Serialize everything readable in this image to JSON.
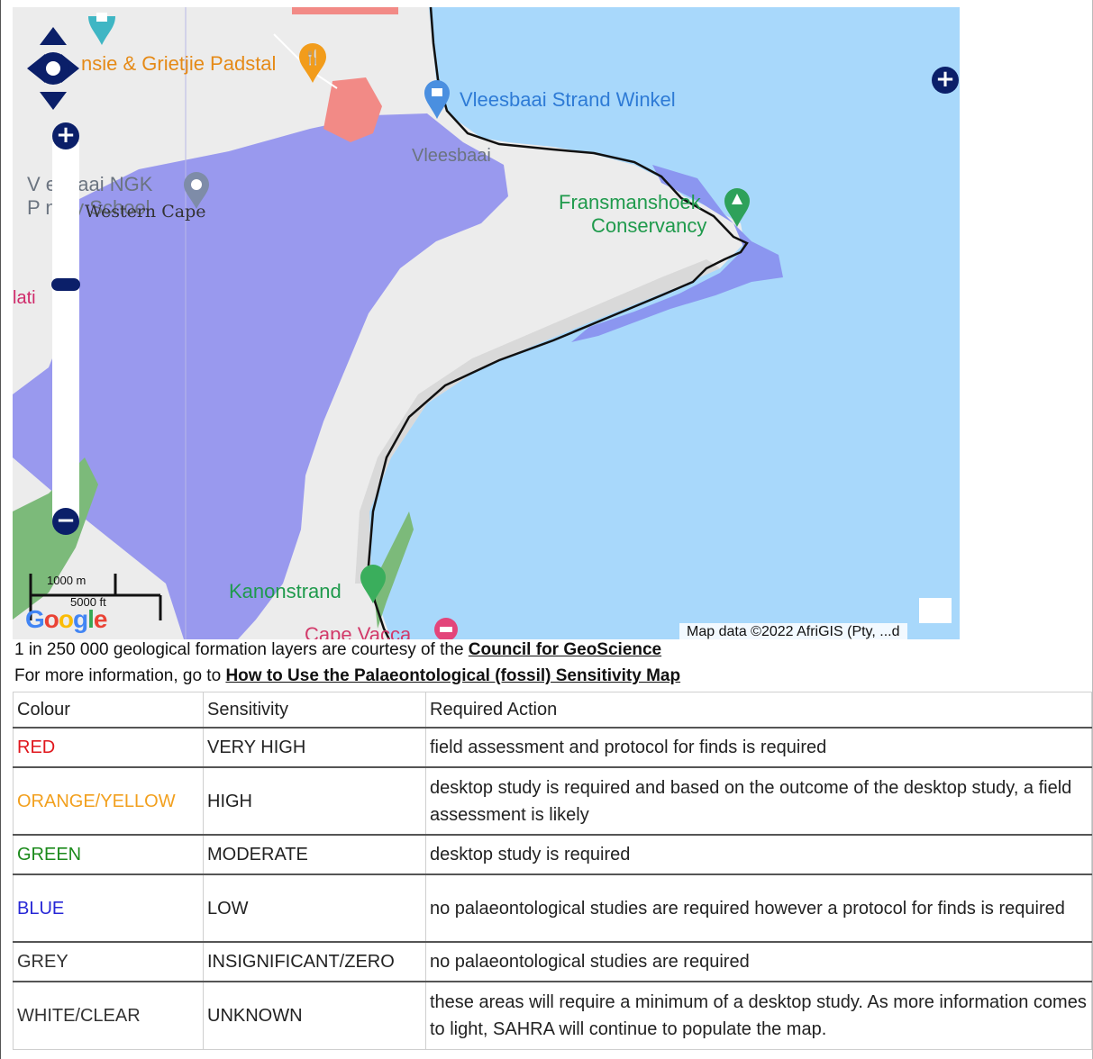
{
  "map": {
    "labels": {
      "padstal": "nsie & Grietjie Padstal",
      "winkel": "Vleesbaai Strand Winkel",
      "vleesbaai": "Vleesbaai",
      "school_line1": "V  esbaai NGK",
      "school_line2": "P  nary School",
      "western_cape": "Western Cape",
      "fransmanshoek_line1": "Fransmanshoek",
      "fransmanshoek_line2": "Conservancy",
      "kanonstrand": "Kanonstrand",
      "cape_vacca": "Cape Vacca",
      "lati": "lati"
    },
    "zoom": {
      "plus": "+",
      "minus": "−"
    },
    "scale": {
      "metric": "1000 m",
      "imperial": "5000 ft"
    },
    "google": [
      "G",
      "o",
      "o",
      "g",
      "l",
      "e"
    ],
    "google_colors": [
      "#4285F4",
      "#EA4335",
      "#FBBC05",
      "#4285F4",
      "#34A853",
      "#EA4335"
    ],
    "attribution": "Map data ©2022 AfriGIS (Pty, ...d",
    "colors": {
      "sea": "#a8d8fb",
      "land": "#ececec",
      "coast_sand": "#d9d9d9",
      "low_sensitivity": "#9999ee",
      "very_high": "#f28a86",
      "moderate": "#7cba7a"
    }
  },
  "info": {
    "line1_prefix": "1 in 250 000 geological formation layers are courtesy of the ",
    "line1_link": "Council for GeoScience",
    "line2_prefix": "For more information, go to ",
    "line2_link": "How to Use the Palaeontological (fossil) Sensitivity Map"
  },
  "legend_table": {
    "headers": [
      "Colour",
      "Sensitivity",
      "Required Action"
    ],
    "rows": [
      {
        "colour": "RED",
        "color_hex": "#e0161c",
        "sensitivity": "VERY HIGH",
        "action": "field assessment and protocol for finds is required"
      },
      {
        "colour": "ORANGE/YELLOW",
        "color_hex": "#f2a01e",
        "sensitivity": "HIGH",
        "action": "desktop study is required and based on the outcome of the desktop study, a field assessment is likely"
      },
      {
        "colour": "GREEN",
        "color_hex": "#1b8a1b",
        "sensitivity": "MODERATE",
        "action": "desktop study is required"
      },
      {
        "colour": "BLUE",
        "color_hex": "#2727d6",
        "sensitivity": "LOW",
        "action": "no palaeontological studies are required however a protocol for finds is required"
      },
      {
        "colour": "GREY",
        "color_hex": "#333333",
        "sensitivity": "INSIGNIFICANT/ZERO",
        "action": "no palaeontological studies are required"
      },
      {
        "colour": "WHITE/CLEAR",
        "color_hex": "#333333",
        "sensitivity": "UNKNOWN",
        "action": "these areas will require a minimum of a desktop study. As more information comes to light, SAHRA will continue to populate the map."
      }
    ]
  }
}
